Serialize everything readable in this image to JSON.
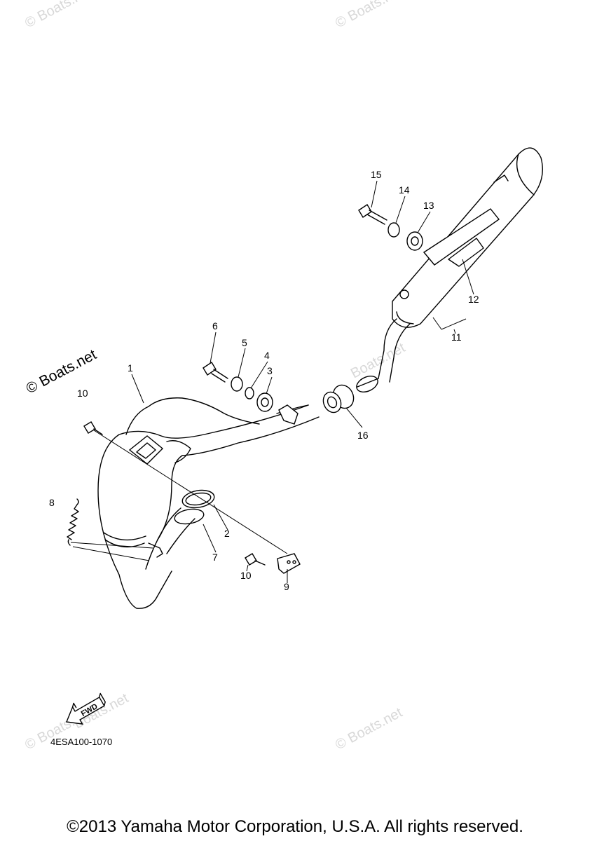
{
  "watermarks": {
    "main": "© Boats.net",
    "faint": [
      "© Boats.net",
      "© Boats.net",
      "© Boats.net",
      "© Boats.net",
      "Boats.net",
      "Boats.net"
    ]
  },
  "fwd_label": "FWD",
  "figure_code": "4ESA100-1070",
  "copyright": "©2013 Yamaha Motor Corporation, U.S.A. All rights reserved.",
  "callouts": [
    "1",
    "2",
    "3",
    "4",
    "5",
    "6",
    "7",
    "8",
    "9",
    "10",
    "10",
    "11",
    "12",
    "13",
    "14",
    "15",
    "16"
  ]
}
